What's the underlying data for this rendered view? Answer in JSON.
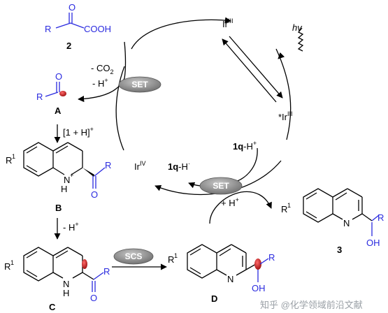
{
  "labels": {
    "ir3": "Ir",
    "ir3_sup": "III",
    "ir3_star": "*Ir",
    "ir3_star_sup": "III",
    "ir4": "Ir",
    "ir4_sup": "IV",
    "hv": "hv",
    "minus_co2": "- CO",
    "minus_co2_sub": "2",
    "minus_h": "- H",
    "minus_h_sup": "+",
    "plus_h": "+ H",
    "plus_h_sup": "+",
    "q_h_plus": "1q",
    "q_h_plus_tail": "-H",
    "q_h_plus_sup": "+",
    "q_h_rad": "1q",
    "q_h_rad_tail": "-H",
    "q_h_rad_sup": "·",
    "one_plus_h": "[1 + H]",
    "one_plus_h_sup": "+",
    "minus_h2": "- H",
    "minus_h2_sup": "+"
  },
  "pills": {
    "set1": "SET",
    "set2": "SET",
    "scs": "SCS"
  },
  "compounds": {
    "c2": {
      "label": "2",
      "r": "R",
      "cooh": "COOH",
      "o": "O"
    },
    "a": {
      "label": "A",
      "r": "R",
      "o": "O"
    },
    "b": {
      "label": "B",
      "r1": "R",
      "r1_sup": "1",
      "nh": "N",
      "nh_h": "H",
      "nh_charge": "+",
      "r": "R",
      "o": "O"
    },
    "c": {
      "label": "C",
      "r1": "R",
      "r1_sup": "1",
      "nh": "N",
      "nh_h": "H",
      "r": "R",
      "o": "O"
    },
    "d": {
      "label": "D",
      "r1": "R",
      "r1_sup": "1",
      "n": "N",
      "r": "R",
      "oh": "OH"
    },
    "p3": {
      "label": "3",
      "r1": "R",
      "r1_sup": "1",
      "n": "N",
      "r": "R",
      "oh": "OH"
    }
  },
  "watermark": "知乎 @化学领域前沿文献",
  "colors": {
    "blue": "#2a2adf",
    "red": "#c01515",
    "pill": "#8a8a8a"
  }
}
